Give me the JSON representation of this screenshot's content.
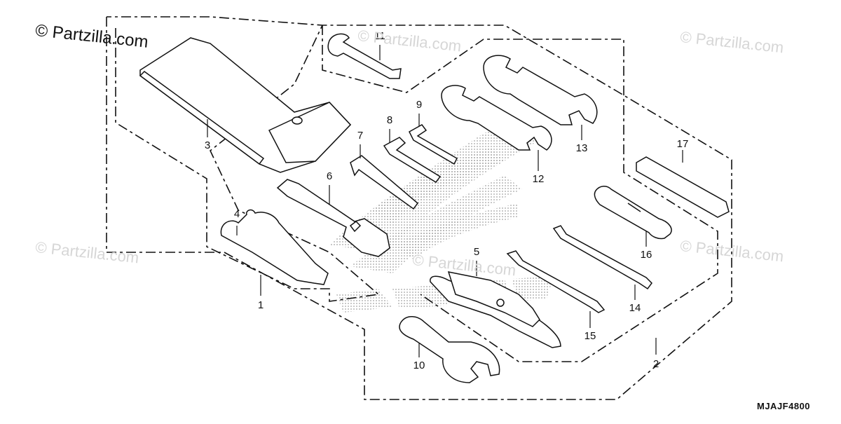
{
  "copyright": "© Partzilla.com",
  "watermarks": [
    "© Partzilla.com",
    "© Partzilla.com",
    "© Partzilla.com",
    "© Partzilla.com",
    "© Partzilla.com"
  ],
  "diagram_code": "MJAJF4800",
  "callouts": {
    "c1": "1",
    "c2": "2",
    "c3": "3",
    "c4": "4",
    "c5": "5",
    "c6": "6",
    "c7": "7",
    "c8": "8",
    "c9": "9",
    "c10": "10",
    "c11": "11",
    "c12": "12",
    "c13": "13",
    "c14": "14",
    "c15": "15",
    "c16": "16",
    "c17": "17"
  },
  "colors": {
    "line": "#111111",
    "watermark": "#d6d6d6",
    "logo_dots": "#9a9a9a"
  }
}
